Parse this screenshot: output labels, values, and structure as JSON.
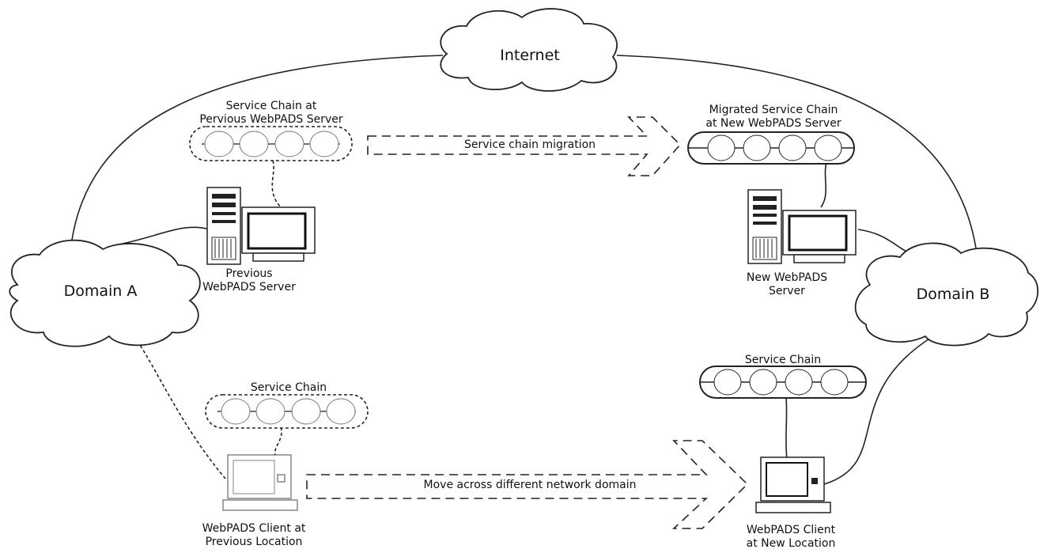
{
  "clouds": {
    "internet": "Internet",
    "domain_a": "Domain A",
    "domain_b": "Domain B"
  },
  "service_chains": {
    "previous_server": "Service Chain at\nPervious WebPADS Server",
    "new_server": "Migrated Service Chain\nat New WebPADS Server",
    "previous_client": "Service Chain",
    "new_client": "Service Chain"
  },
  "devices": {
    "previous_server": "Previous\nWebPADS Server",
    "new_server": "New WebPADS\nServer",
    "previous_client": "WebPADS Client at\nPrevious Location",
    "new_client": "WebPADS Client\nat New Location"
  },
  "arrows": {
    "migration": "Service chain migration",
    "move": "Move across different network domain"
  },
  "colors": {
    "stroke": "#222222",
    "background": "#ffffff"
  }
}
